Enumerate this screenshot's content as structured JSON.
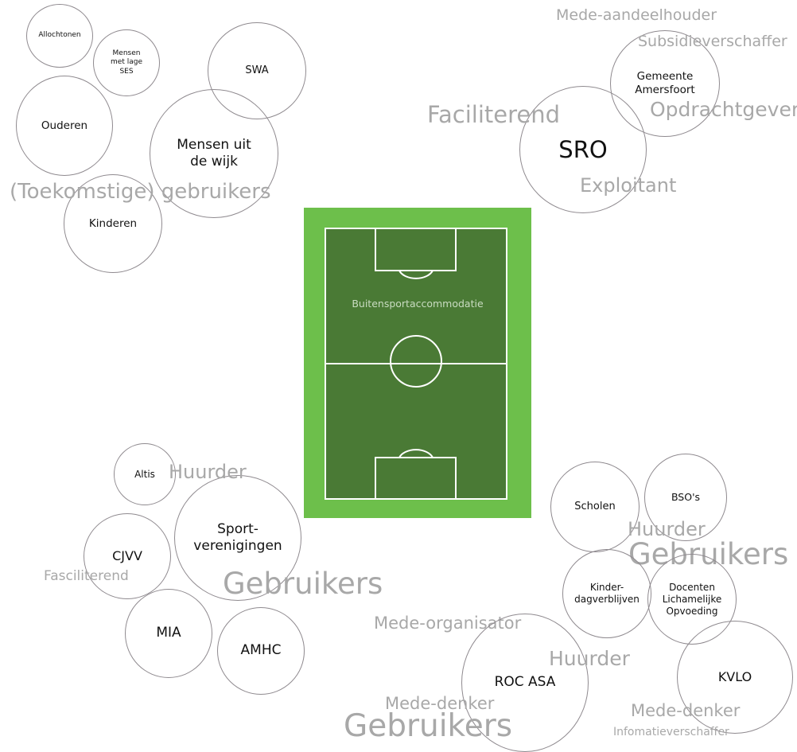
{
  "center": {
    "label": "Buitensportaccommodatie"
  },
  "top_left": {
    "group_label": "(Toekomstige) gebruikers",
    "circles": {
      "allochtonen": "Allochtonen",
      "mensen_lage_ses": "Mensen met lage SES",
      "swa": "SWA",
      "ouderen": "Ouderen",
      "mensen_uit_de_wijk": "Mensen uit de wijk",
      "kinderen": "Kinderen"
    }
  },
  "top_right": {
    "labels": {
      "mede_aandeelhouder": "Mede-aandeelhouder",
      "subsidieverschaffer": "Subsidieverschaffer",
      "faciliterend": "Faciliterend",
      "opdrachtgever": "Opdrachtgever",
      "exploitant": "Exploitant"
    },
    "circles": {
      "gemeente": "Gemeente Amersfoort",
      "sro": "SRO"
    }
  },
  "bottom_left": {
    "labels": {
      "huurder": "Huurder",
      "fasciliterend": "Fasciliterend",
      "gebruikers": "Gebruikers"
    },
    "circles": {
      "altis": "Altis",
      "cjvv": "CJVV",
      "sportverenigingen": "Sport-verenigingen",
      "mia": "MIA",
      "amhc": "AMHC"
    }
  },
  "bottom_right": {
    "labels": {
      "huurder": "Huurder",
      "gebruikers": "Gebruikers",
      "mede_organisator": "Mede-organisator",
      "huurder_2": "Huurder",
      "mede_denker_left": "Mede-denker",
      "gebruikers_bottom": "Gebruikers",
      "mede_denker_right": "Mede-denker",
      "infomatieverschaffer": "Infomatieverschaffer"
    },
    "circles": {
      "scholen": "Scholen",
      "bsos": "BSO's",
      "kinderdagverblijven": "Kinder-dagverblijven",
      "docenten_lo": "Docenten Lichamelijke Opvoeding",
      "roc_asa": "ROC ASA",
      "kvlo": "KVLO"
    }
  },
  "colors": {
    "pitch_outer": "#6dbf4b",
    "pitch_inner": "#4a7a35",
    "pitch_lines": "#ffffff",
    "circle_border": "#8f8a8f",
    "label_grey": "#a8a8a8"
  }
}
